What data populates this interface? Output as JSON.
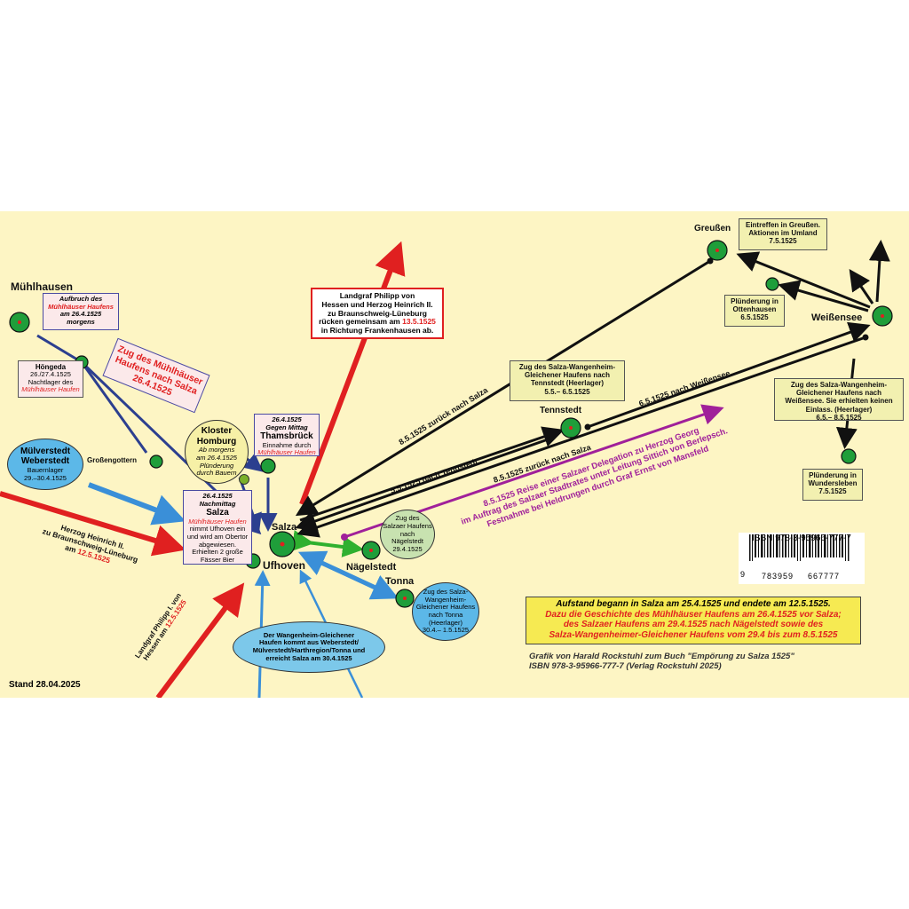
{
  "places": {
    "muehlhausen": "Mühlhausen",
    "hoengeda_box": {
      "title": "Höngeda",
      "date": "26./27.4.1525",
      "note": "Nachtlager des",
      "red": "Mühlhäuser Haufen"
    },
    "aufbruch_box": {
      "line1": "Aufbruch des",
      "red": "Mühlhäuser Haufens",
      "line2": "am 26.4.1525",
      "line3": "morgens"
    },
    "zug_muehlhaeuser": [
      "Zug des Mühlhäuser",
      "Haufens nach Salza",
      "26.4.1525"
    ],
    "grossengottern": "Großengottern",
    "kloster": {
      "title1": "Kloster",
      "title2": "Homburg",
      "l1": "Ab morgens",
      "l2": "am 26.4.1525",
      "l3": "Plünderung",
      "l4": "durch  Bauern"
    },
    "thamsbrueck": {
      "date": "26.4.1525",
      "time": "Gegen Mittag",
      "title": "Thamsbrück",
      "l1": "Einnahme durch",
      "red": "Mühlhäuser Haufen"
    },
    "muelverstedt": {
      "t1": "Mülverstedt",
      "t2": "Weberstedt",
      "l1": "Bauernlager",
      "l2": "29.–30.4.1525"
    },
    "salza_box": {
      "date": "26.4.1525",
      "time": "Nachmittag",
      "title": "Salza",
      "red": "Mühlhäuser Haufen",
      "l1": "nimmt Ufhoven ein",
      "l2": "und wird am Obertor",
      "l3": "abgewiesen.",
      "l4": "Erhielten 2 große",
      "l5": "Fässer Bier"
    },
    "salza": "Salza",
    "ufhoven": "Ufhoven",
    "naegelstedt": "Nägelstedt",
    "naegelstedt_ell": [
      "Zug des",
      "Salzaer Haufens",
      "nach",
      "Nägelstedt",
      "29.4.1525"
    ],
    "tonna": "Tonna",
    "tonna_ell": [
      "Zug des Salza-",
      "Wangenheim-",
      "Gleichener Haufens",
      "nach Tonna",
      "(Heerlager)",
      "30.4.– 1.5.1525"
    ],
    "tennstedt": "Tennstedt",
    "tennstedt_box": [
      "Zug des Salza-Wangenheim-",
      "Gleichener Haufens nach",
      "Tennstedt (Heerlager)",
      "5.5.– 6.5.1525"
    ],
    "greussen": "Greußen",
    "greussen_box": [
      "Eintreffen in Greußen.",
      "Aktionen im Umland",
      "7.5.1525"
    ],
    "ottenhausen_box": [
      "Plünderung in",
      "Ottenhausen",
      "6.5.1525"
    ],
    "weissensee": "Weißensee",
    "weissensee_box": [
      "Zug des Salza-Wangenheim-",
      "Gleichener Haufens nach",
      "Weißensee. Sie erhielten keinen",
      "Einlass. (Heerlager)",
      "6.5.– 8.5.1525"
    ],
    "wundersleben_box": [
      "Plünderung in",
      "Wundersleben",
      "7.5.1525"
    ],
    "wangenheim_ell": [
      "Der Wangenheim-Gleichener",
      "Haufen kommt aus Weberstedt/",
      "Mülverstedt/Harthregion/Tonna und",
      "erreicht Salza am 30.4.1525"
    ]
  },
  "landgraf_box": {
    "l1": "Landgraf Philipp von",
    "l2": "Hessen und Herzog Heinrich II.",
    "l3": "zu Braunschweig-Lüneburg",
    "l4a": "rücken gemeinsam am ",
    "l4date": "13.5.1525",
    "l5": "in Richtung Frankenhausen ab."
  },
  "herzog_label": {
    "l1": "Herzog Heinrich II.",
    "l2": "zu Braunschweig-Lüneburg",
    "l3a": "am ",
    "l3date": "12.5.1525"
  },
  "landgraf_label": {
    "l1": "Landgraf Philipp I. von",
    "l2a": "Hessen am ",
    "l2date": "12.5.1525"
  },
  "routes": {
    "r1": "8.5.1525 zurück nach Salza",
    "r2": "5.5.1525 nach Tennstedt",
    "r3": "8.5.1525 zurück nach Salza",
    "r4": "6.5.1525 nach Weißensee"
  },
  "delegation": [
    "8.5.1525 Reise einer Salzaer Delegation zu Herzog Georg",
    "im Auftrag des Salzaer Stadtrates unter Leitung Sittich von Berlepsch.",
    "Festnahme bei Heldrungen durch Graf Ernst von Mansfeld"
  ],
  "isbn_top": "ISBN 978-3-95966-777-7",
  "barcode_digits": {
    "first": "9",
    "g1": "783959",
    "g2": "667777"
  },
  "summary": {
    "l1": "Aufstand begann in Salza am 25.4.1525 und endete am 12.5.1525.",
    "l2": "Dazu die Geschichte des Mühlhäuser Haufens am 26.4.1525 vor Salza;",
    "l3": "des Salzaer Haufens am 29.4.1525 nach Nägelstedt sowie des",
    "l4": "Salza-Wangenheimer-Gleichener Haufens vom 29.4 bis zum 8.5.1525"
  },
  "credit": {
    "l1": "Grafik von Harald Rockstuhl zum Buch \"Empörung zu Salza 1525\"",
    "l2": "ISBN 978-3-95966-777-7 (Verlag Rockstuhl 2025)"
  },
  "stand": "Stand 28.04.2025",
  "colors": {
    "background": "#fdf5c4",
    "town_green": "#1f9e3a",
    "red_arrow": "#e02020",
    "blue_route": "#2c3f8f",
    "light_blue": "#3a8fd8",
    "purple": "#a0209a"
  }
}
